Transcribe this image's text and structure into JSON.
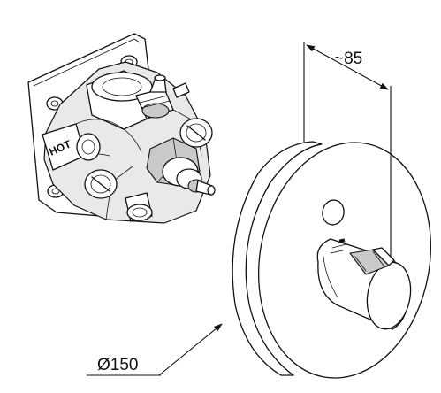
{
  "labels": {
    "depth": "~85",
    "diameter": "Ø150",
    "hot_marking": "HOT"
  }
}
